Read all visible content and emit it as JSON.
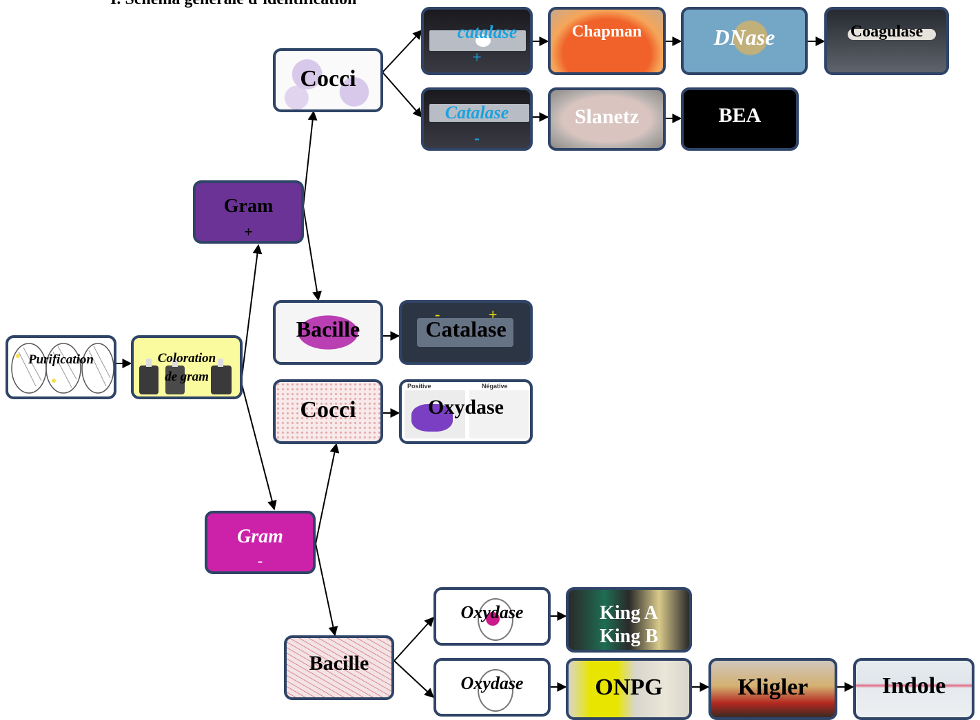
{
  "heading": "I.   Schéma générale d’identification",
  "colors": {
    "border": "#2f4467",
    "gram_positive": "#6b3396",
    "gram_negative": "#cc22aa",
    "catalase_text": "#1aa3e0"
  },
  "start": {
    "purification": "Purification",
    "coloration_line1": "Coloration",
    "coloration_line2": "de gram"
  },
  "gram_positive": {
    "label": "Gram",
    "sign": "+",
    "cocci": {
      "label": "Cocci",
      "catalase_pos": {
        "label": "catalase",
        "sign": "+",
        "next": [
          "Chapman",
          "DNase",
          "Coagulase"
        ]
      },
      "catalase_neg": {
        "label": "Catalase",
        "sign": "-",
        "next": [
          "Slanetz",
          "BEA"
        ]
      }
    },
    "bacille": {
      "label": "Bacille",
      "test": {
        "label": "Catalase",
        "neg": "-",
        "pos": "+"
      }
    }
  },
  "gram_negative": {
    "label": "Gram",
    "sign": "-",
    "cocci": {
      "label": "Cocci",
      "test": {
        "label": "Oxydase",
        "positive": "Positive",
        "negative": "Négative"
      }
    },
    "bacille": {
      "label": "Bacille",
      "oxydase_pos": {
        "label": "Oxydase",
        "next_line1": "King A",
        "next_line2": "King B"
      },
      "oxydase_neg": {
        "label": "Oxydase",
        "next": [
          "ONPG",
          "Kligler",
          "Indole"
        ]
      }
    }
  }
}
